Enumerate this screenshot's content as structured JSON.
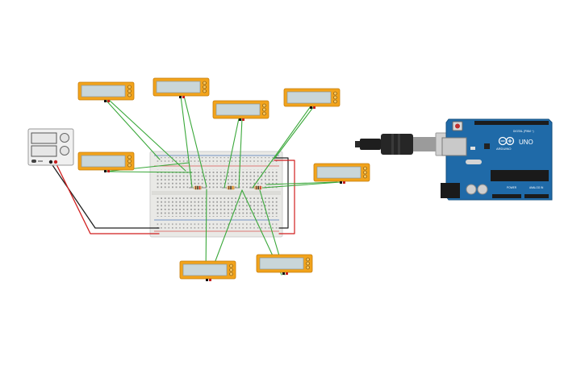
{
  "arduino": {
    "brand_text": "ARDUINO",
    "model_text": "UNO",
    "digital_label": "DIGITAL (PWM ~)",
    "power_label": "POWER",
    "analog_label": "ANALOG IN",
    "board_color": "#1f6aa8",
    "usb_color": "#cfcfcf"
  },
  "colors": {
    "meter_body": "#f2a31b",
    "meter_screen": "#c9d6d9",
    "wire_green": "#3aa83a",
    "wire_red": "#d11f1f",
    "wire_black": "#202020",
    "breadboard": "#e9e9e6",
    "rail_red": "#d9534f",
    "rail_blue": "#4a76b8",
    "power_supply": "#f0f0f0"
  },
  "multimeters": [
    {
      "id": "meter-1"
    },
    {
      "id": "meter-2"
    },
    {
      "id": "meter-3"
    },
    {
      "id": "meter-4"
    },
    {
      "id": "meter-5"
    },
    {
      "id": "meter-6"
    },
    {
      "id": "meter-7"
    },
    {
      "id": "meter-8"
    }
  ],
  "resistors": [
    {
      "id": "r1"
    },
    {
      "id": "r2"
    },
    {
      "id": "r3"
    }
  ]
}
